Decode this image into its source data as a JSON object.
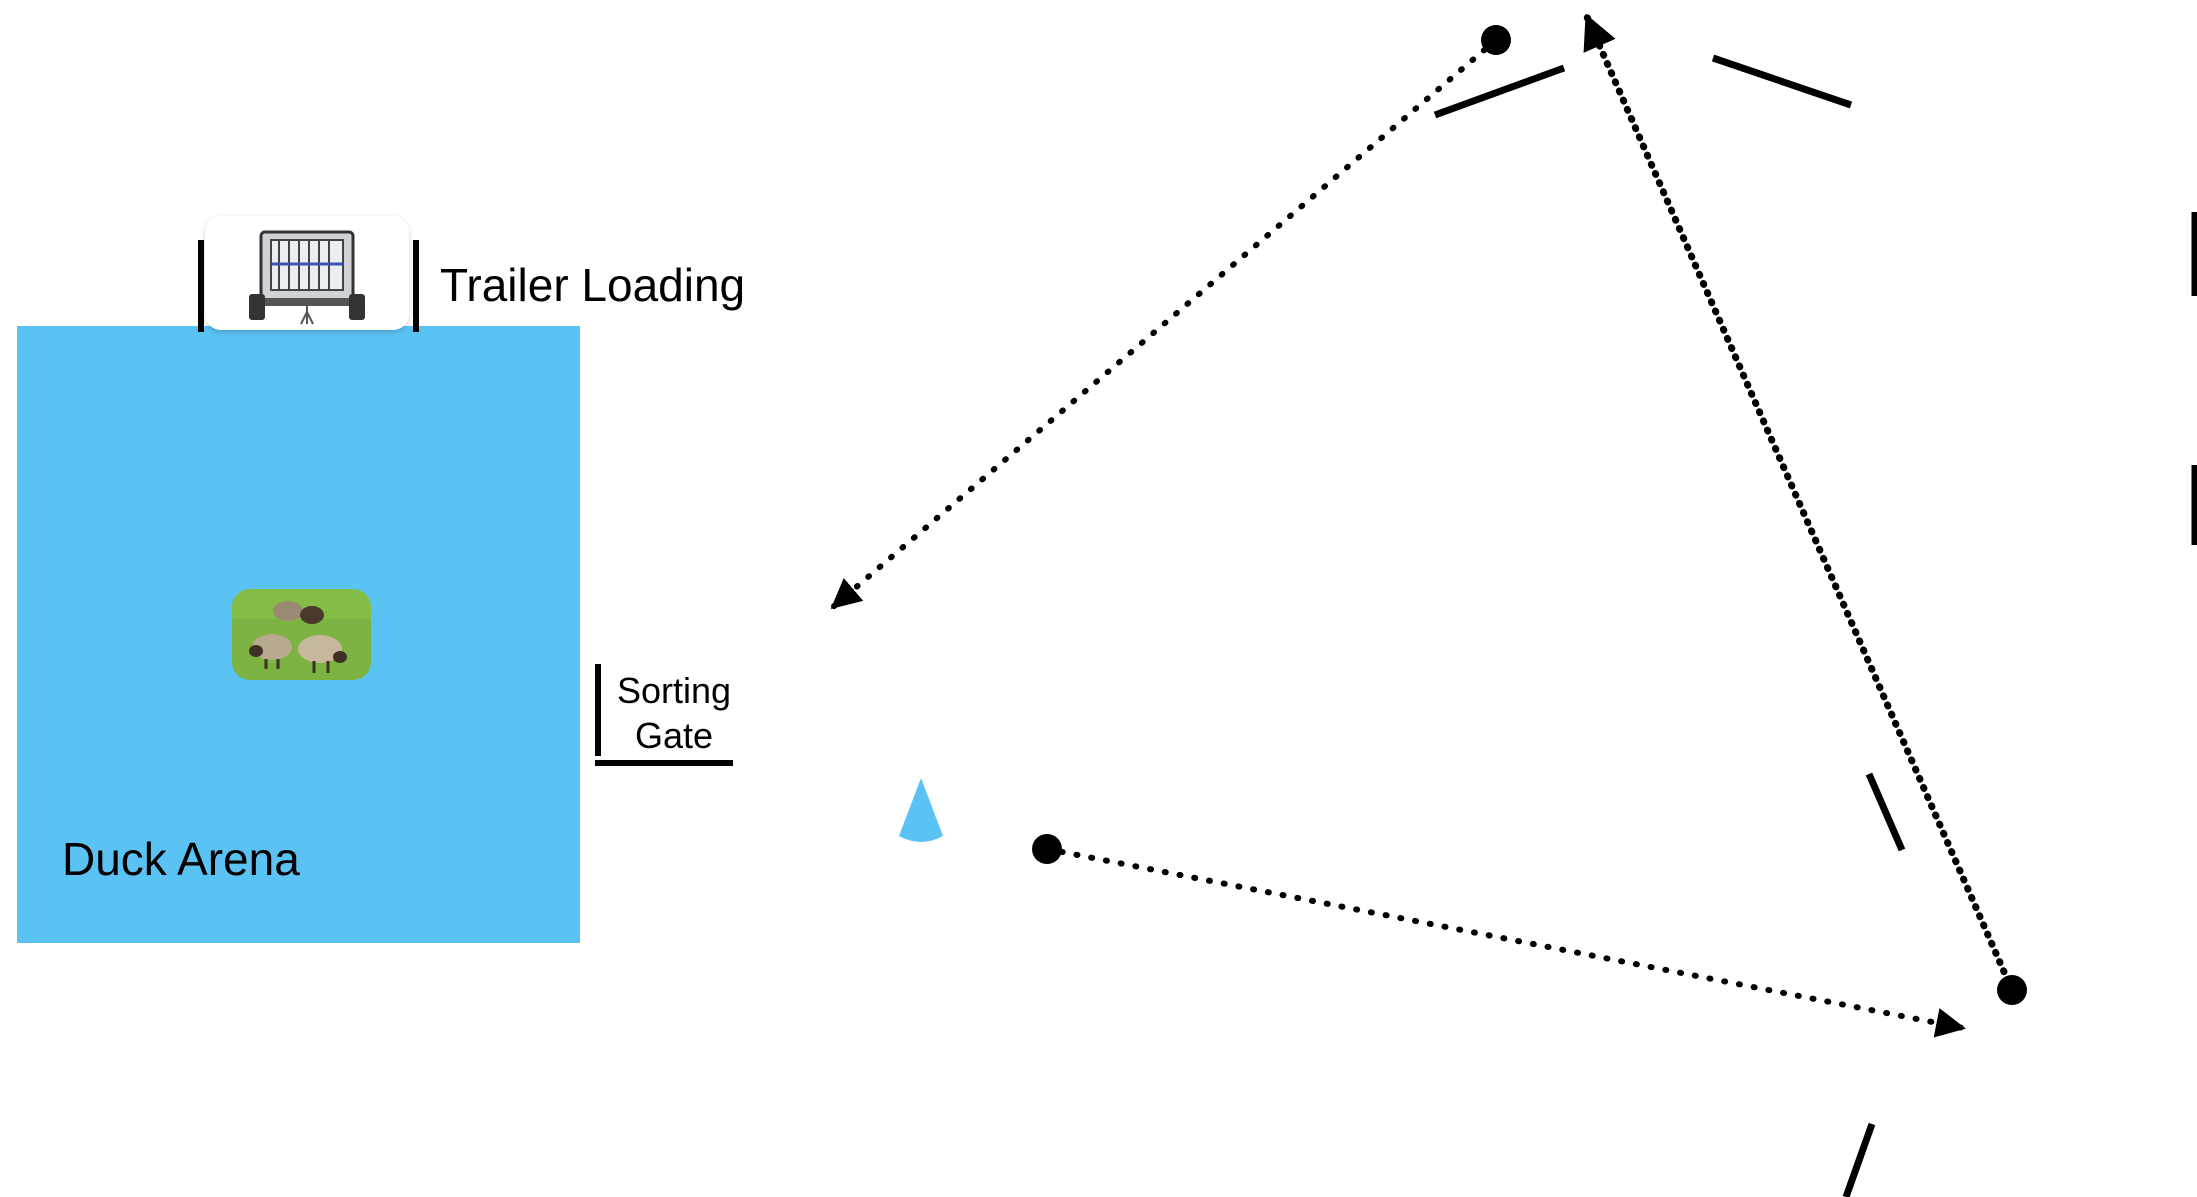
{
  "arena": {
    "label": "Duck Arena",
    "color": "#5bc2f4"
  },
  "trailer": {
    "label": "Trailer Loading",
    "icon": "livestock-trailer-icon"
  },
  "sorting_gate": {
    "label_line1": "Sorting",
    "label_line2": "Gate"
  },
  "sheep": {
    "icon": "sheep-photo-icon"
  },
  "cone": {
    "icon": "field-cone-icon",
    "color": "#5bc2f4"
  },
  "colors": {
    "ink": "#000000",
    "grass": "#7cb342",
    "arena": "#5bc2f4"
  }
}
